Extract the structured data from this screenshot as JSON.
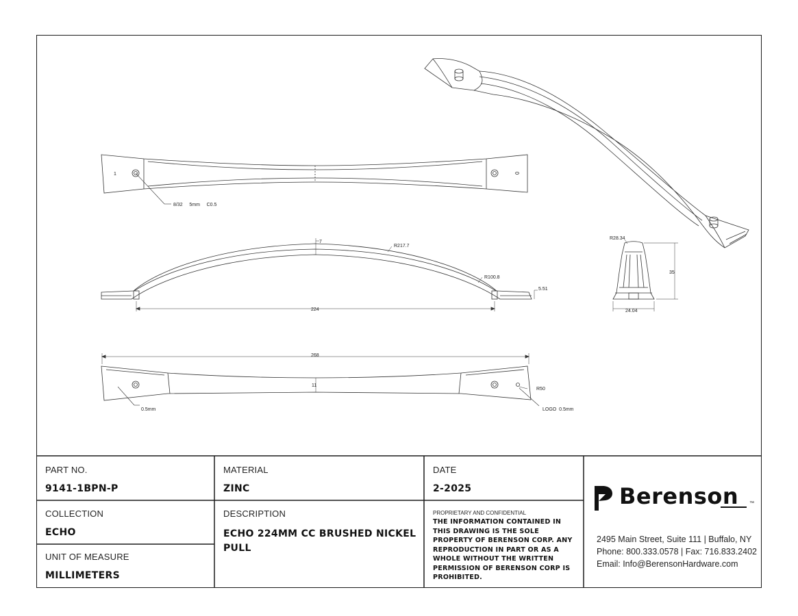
{
  "drawing": {
    "top_view": {
      "part_mark": "1",
      "callout": "8/32     5mm     C0.5"
    },
    "side_view": {
      "dim_thickness": "7",
      "dim_radius_outer": "R217.7",
      "dim_radius_inner": "R100.8",
      "dim_end_height": "5.51",
      "dim_center_to_center": "224"
    },
    "bottom_view": {
      "dim_overall_length": "268",
      "dim_width": "11",
      "dim_radius_end": "R50",
      "callout_left": "0.5mm",
      "callout_right": "LOGO  0.5mm"
    },
    "end_view": {
      "dim_radius_top": "R28.34",
      "dim_height": "35",
      "dim_base_width": "24.04"
    }
  },
  "title_block": {
    "part_no": {
      "label": "PART NO.",
      "value": "9141-1BPN-P"
    },
    "material": {
      "label": "MATERIAL",
      "value": "ZINC"
    },
    "date": {
      "label": "DATE",
      "value": "2-2025"
    },
    "collection": {
      "label": "COLLECTION",
      "value": "ECHO"
    },
    "description": {
      "label": "DESCRIPTION",
      "value": "ECHO 224MM CC BRUSHED NICKEL PULL"
    },
    "unit_of_measure": {
      "label": "UNIT OF MEASURE",
      "value": "MILLIMETERS"
    },
    "legal": {
      "heading": "PROPRIETARY AND CONFIDENTIAL",
      "body": "THE INFORMATION CONTAINED IN THIS DRAWING IS THE SOLE PROPERTY OF BERENSON CORP. ANY REPRODUCTION IN PART OR AS A WHOLE WITHOUT THE WRITTEN PERMISSION OF BERENSON CORP IS PROHIBITED."
    }
  },
  "brand": {
    "name": "Berenson",
    "trademark": "™",
    "address": "2495 Main Street, Suite 111 | Buffalo, NY",
    "phone": "Phone: 800.333.0578 | Fax: 716.833.2402",
    "email": "Email: Info@BerensonHardware.com"
  }
}
